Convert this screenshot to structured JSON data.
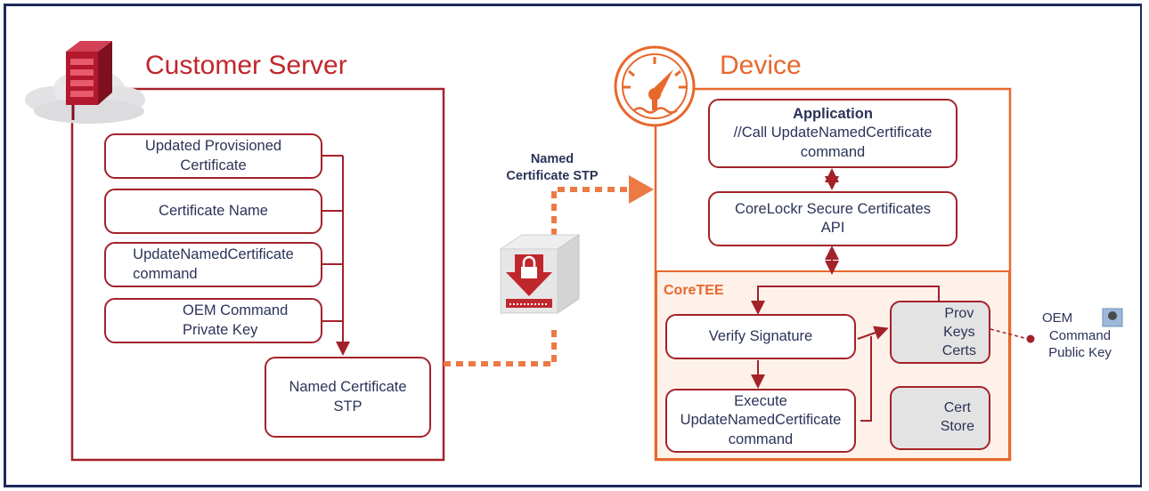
{
  "customer_server": {
    "title": "Customer Server",
    "boxes": {
      "updated_provisioned": [
        "Updated Provisioned",
        "Certificate"
      ],
      "certificate_name": "Certificate Name",
      "update_command": [
        "UpdateNamedCertificate",
        "command"
      ],
      "oem_private_key": [
        "OEM Command",
        "Private Key"
      ],
      "named_certificate_stp": [
        "Named Certificate",
        "STP"
      ]
    }
  },
  "transfer": {
    "label": [
      "Named",
      "Certificate STP"
    ]
  },
  "device": {
    "title": "Device",
    "application": {
      "heading": "Application",
      "lines": [
        "//Call UpdateNamedCertificate",
        "command"
      ]
    },
    "api": [
      "CoreLockr Secure Certificates",
      "API"
    ],
    "coretee": {
      "label": "CoreTEE",
      "verify": "Verify Signature",
      "execute": [
        "Execute",
        "UpdateNamedCertificate",
        "command"
      ],
      "prov_keys": [
        "Prov",
        "Keys",
        "Certs"
      ],
      "cert_store": [
        "Cert",
        "Store"
      ]
    }
  },
  "oem_public_key": [
    "OEM",
    "Command",
    "Public Key"
  ],
  "colors": {
    "red": "#a3222a",
    "title_red": "#c0272d",
    "orange": "#e8682c",
    "navy": "#2c3358",
    "coretee_bg": "#fdf1ea"
  }
}
